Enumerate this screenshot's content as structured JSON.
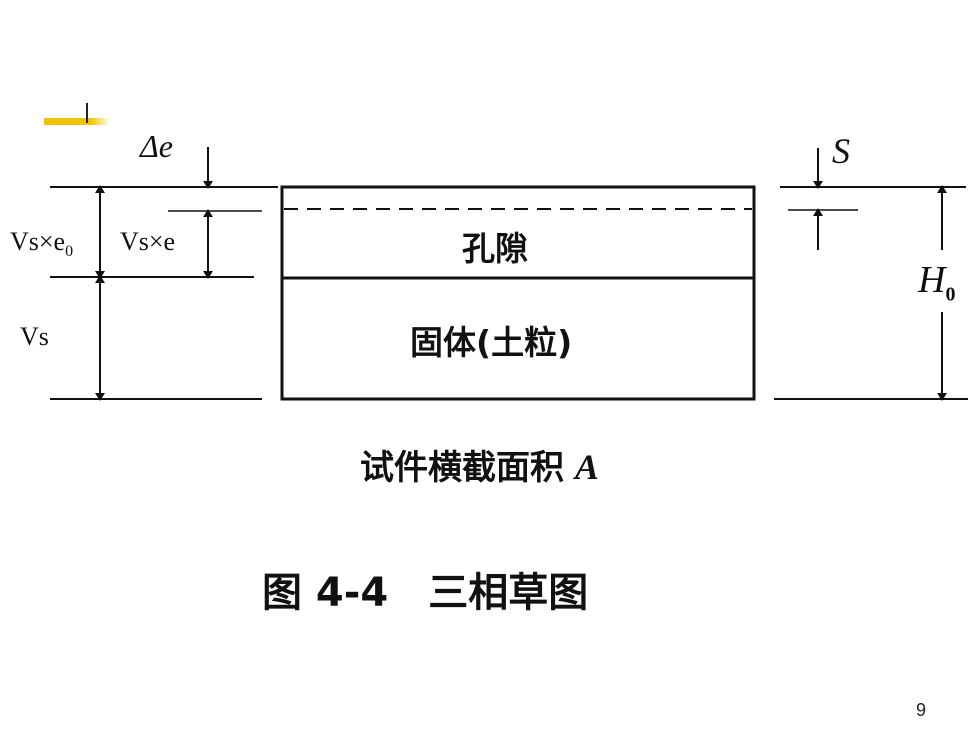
{
  "labels": {
    "delta_e": "Δe",
    "vs_e0": "Vs×e",
    "vs_e0_sub": "0",
    "vs_e": "Vs×e",
    "vs": "Vs",
    "settlement": "S",
    "height": "H",
    "height_sub": "0"
  },
  "layers": {
    "void": "孔隙",
    "solid": "固体(土粒)"
  },
  "section_label": "试件横截面积",
  "section_symbol": "A",
  "caption": "图 4-4　三相草图",
  "page_number": "9",
  "colors": {
    "accent": "#f2c200",
    "ink": "#111111"
  }
}
